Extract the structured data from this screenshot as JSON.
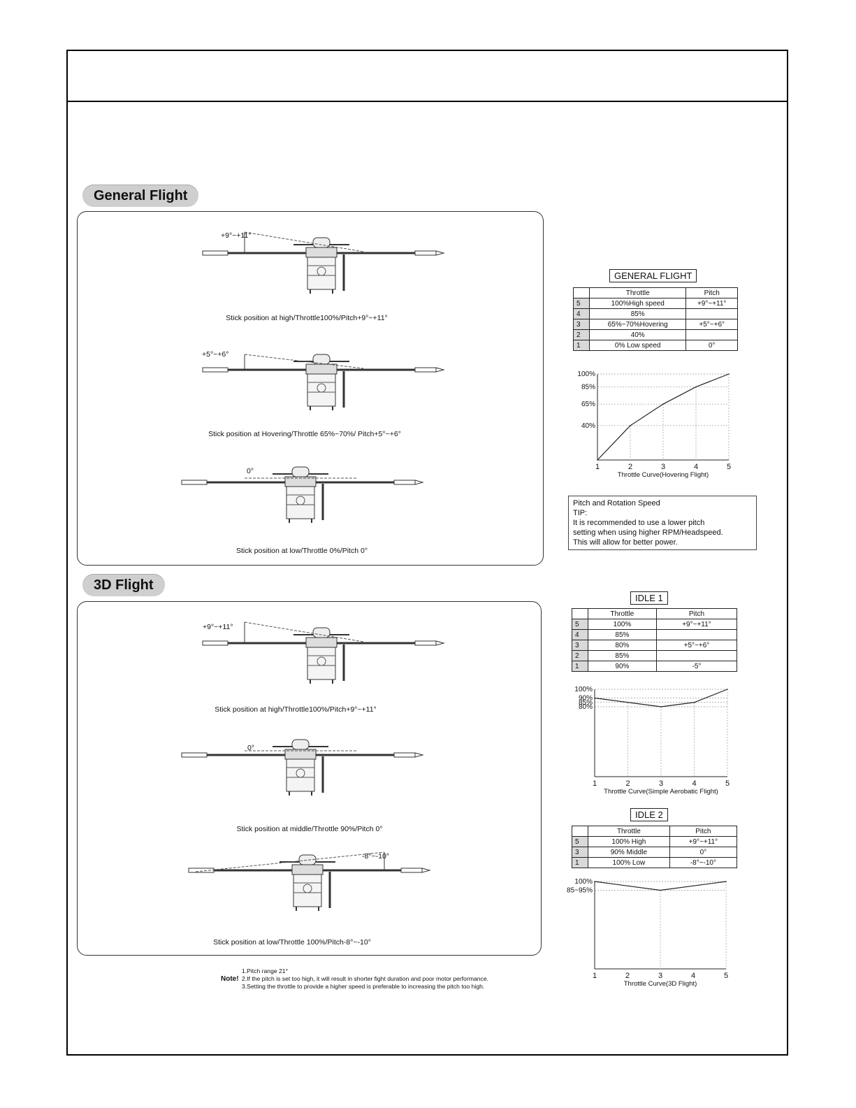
{
  "sections": {
    "general": "General Flight",
    "flight3d": "3D Flight"
  },
  "general_captions": [
    "Stick position at high/Throttle100%/Pitch+9°~+11°",
    "Stick position at Hovering/Throttle 65%~70%/ Pitch+5°~+6°",
    "Stick position at low/Throttle 0%/Pitch 0°"
  ],
  "general_angles": [
    "+9°~+11°",
    "+5°~+6°",
    "0°"
  ],
  "flight3d_captions": [
    "Stick position at high/Throttle100%/Pitch+9°~+11°",
    "Stick position at middle/Throttle 90%/Pitch 0°",
    "Stick position at low/Throttle 100%/Pitch-8°~-10°"
  ],
  "flight3d_angles": [
    "+9°~+11°",
    "0°",
    "-8°~-10°"
  ],
  "tables": {
    "general": {
      "title": "GENERAL FLIGHT",
      "headers": [
        "Throttle",
        "Pitch"
      ],
      "rows": [
        {
          "n": "5",
          "throttle": "100%High speed",
          "pitch": "+9°~+11°"
        },
        {
          "n": "4",
          "throttle": "85%",
          "pitch": ""
        },
        {
          "n": "3",
          "throttle": "65%~70%Hovering",
          "pitch": "+5°~+6°"
        },
        {
          "n": "2",
          "throttle": "40%",
          "pitch": ""
        },
        {
          "n": "1",
          "throttle": "0% Low speed",
          "pitch": "0°"
        }
      ]
    },
    "idle1": {
      "title": "IDLE 1",
      "headers": [
        "Throttle",
        "Pitch"
      ],
      "rows": [
        {
          "n": "5",
          "throttle": "100%",
          "pitch": "+9°~+11°"
        },
        {
          "n": "4",
          "throttle": "85%",
          "pitch": ""
        },
        {
          "n": "3",
          "throttle": "80%",
          "pitch": "+5°~+6°"
        },
        {
          "n": "2",
          "throttle": "85%",
          "pitch": ""
        },
        {
          "n": "1",
          "throttle": "90%",
          "pitch": "-5°"
        }
      ]
    },
    "idle2": {
      "title": "IDLE 2",
      "headers": [
        "Throttle",
        "Pitch"
      ],
      "rows": [
        {
          "n": "5",
          "throttle": "100% High",
          "pitch": "+9°~+11°"
        },
        {
          "n": "3",
          "throttle": "90% Middle",
          "pitch": "0°"
        },
        {
          "n": "1",
          "throttle": "100% Low",
          "pitch": "-8°~-10°"
        }
      ]
    }
  },
  "tip": {
    "title": "Pitch and Rotation Speed",
    "label": "TIP:",
    "lines": [
      "It is recommended to use a lower pitch",
      "setting when using higher RPM/Headspeed.",
      "This will allow for better power."
    ]
  },
  "note": {
    "label": "Note!",
    "lines": [
      "1.Pitch range 21°",
      "2.If the pitch is set too high, it will result in shorter fight duration and poor motor performance.",
      "3.Setting the throttle to provide a higher speed is preferable to increasing the pitch too high."
    ]
  },
  "chart_data": [
    {
      "type": "line",
      "title": "Throttle Curve(Hovering Flight)",
      "x": [
        1,
        2,
        3,
        4,
        5
      ],
      "values": [
        0,
        40,
        65,
        85,
        100
      ],
      "y_tick_labels": [
        "40%",
        "65%",
        "85%",
        "100%"
      ],
      "y_ticks": [
        40,
        65,
        85,
        100
      ],
      "ylim": [
        0,
        100
      ],
      "xlim": [
        1,
        5
      ]
    },
    {
      "type": "line",
      "title": "Throttle Curve(Simple Aerobatic Flight)",
      "x": [
        1,
        2,
        3,
        4,
        5
      ],
      "values": [
        90,
        85,
        80,
        85,
        100
      ],
      "y_tick_labels": [
        "80%",
        "85%",
        "90%",
        "100%"
      ],
      "y_ticks": [
        80,
        85,
        90,
        100
      ],
      "ylim": [
        0,
        100
      ],
      "xlim": [
        1,
        5
      ]
    },
    {
      "type": "line",
      "title": "Throttle Curve(3D Flight)",
      "x": [
        1,
        3,
        5
      ],
      "values": [
        100,
        90,
        100
      ],
      "y_tick_labels": [
        "85~95%",
        "100%"
      ],
      "y_ticks": [
        90,
        100
      ],
      "ylim": [
        0,
        100
      ],
      "xlim": [
        1,
        5
      ]
    }
  ]
}
